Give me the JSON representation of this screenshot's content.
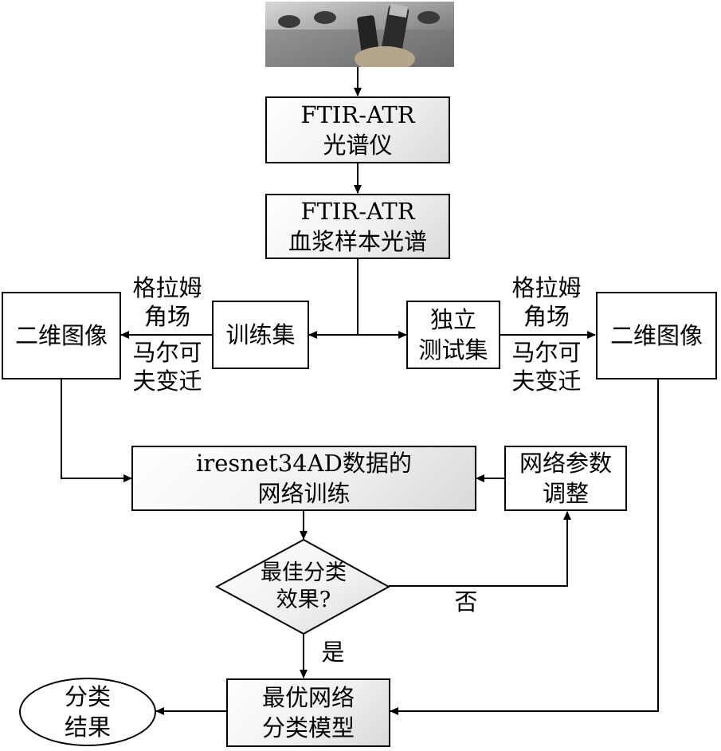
{
  "nodes": {
    "spectrometer": [
      "FTIR-ATR",
      "光谱仪"
    ],
    "plasma_spectrum": [
      "FTIR-ATR",
      "血浆样本光谱"
    ],
    "training_set": "训练集",
    "test_set": [
      "独立",
      "测试集"
    ],
    "image_left": "二维图像",
    "image_right": "二维图像",
    "network_training": [
      "iresnet34AD数据的",
      "网络训练"
    ],
    "param_tuning": [
      "网络参数",
      "调整"
    ],
    "decision": [
      "最佳分类",
      "效果?"
    ],
    "best_model": [
      "最优网络",
      "分类模型"
    ],
    "result": [
      "分类",
      "结果"
    ]
  },
  "edge_labels": {
    "gaf_left": [
      "格拉姆",
      "角场"
    ],
    "mtf_left": [
      "马尔可",
      "夫变迁"
    ],
    "gaf_right": [
      "格拉姆",
      "角场"
    ],
    "mtf_right": [
      "马尔可",
      "夫变迁"
    ],
    "no": "否",
    "yes": "是"
  },
  "photo": {
    "description_icon": "blood-sample-tubes-photo"
  }
}
